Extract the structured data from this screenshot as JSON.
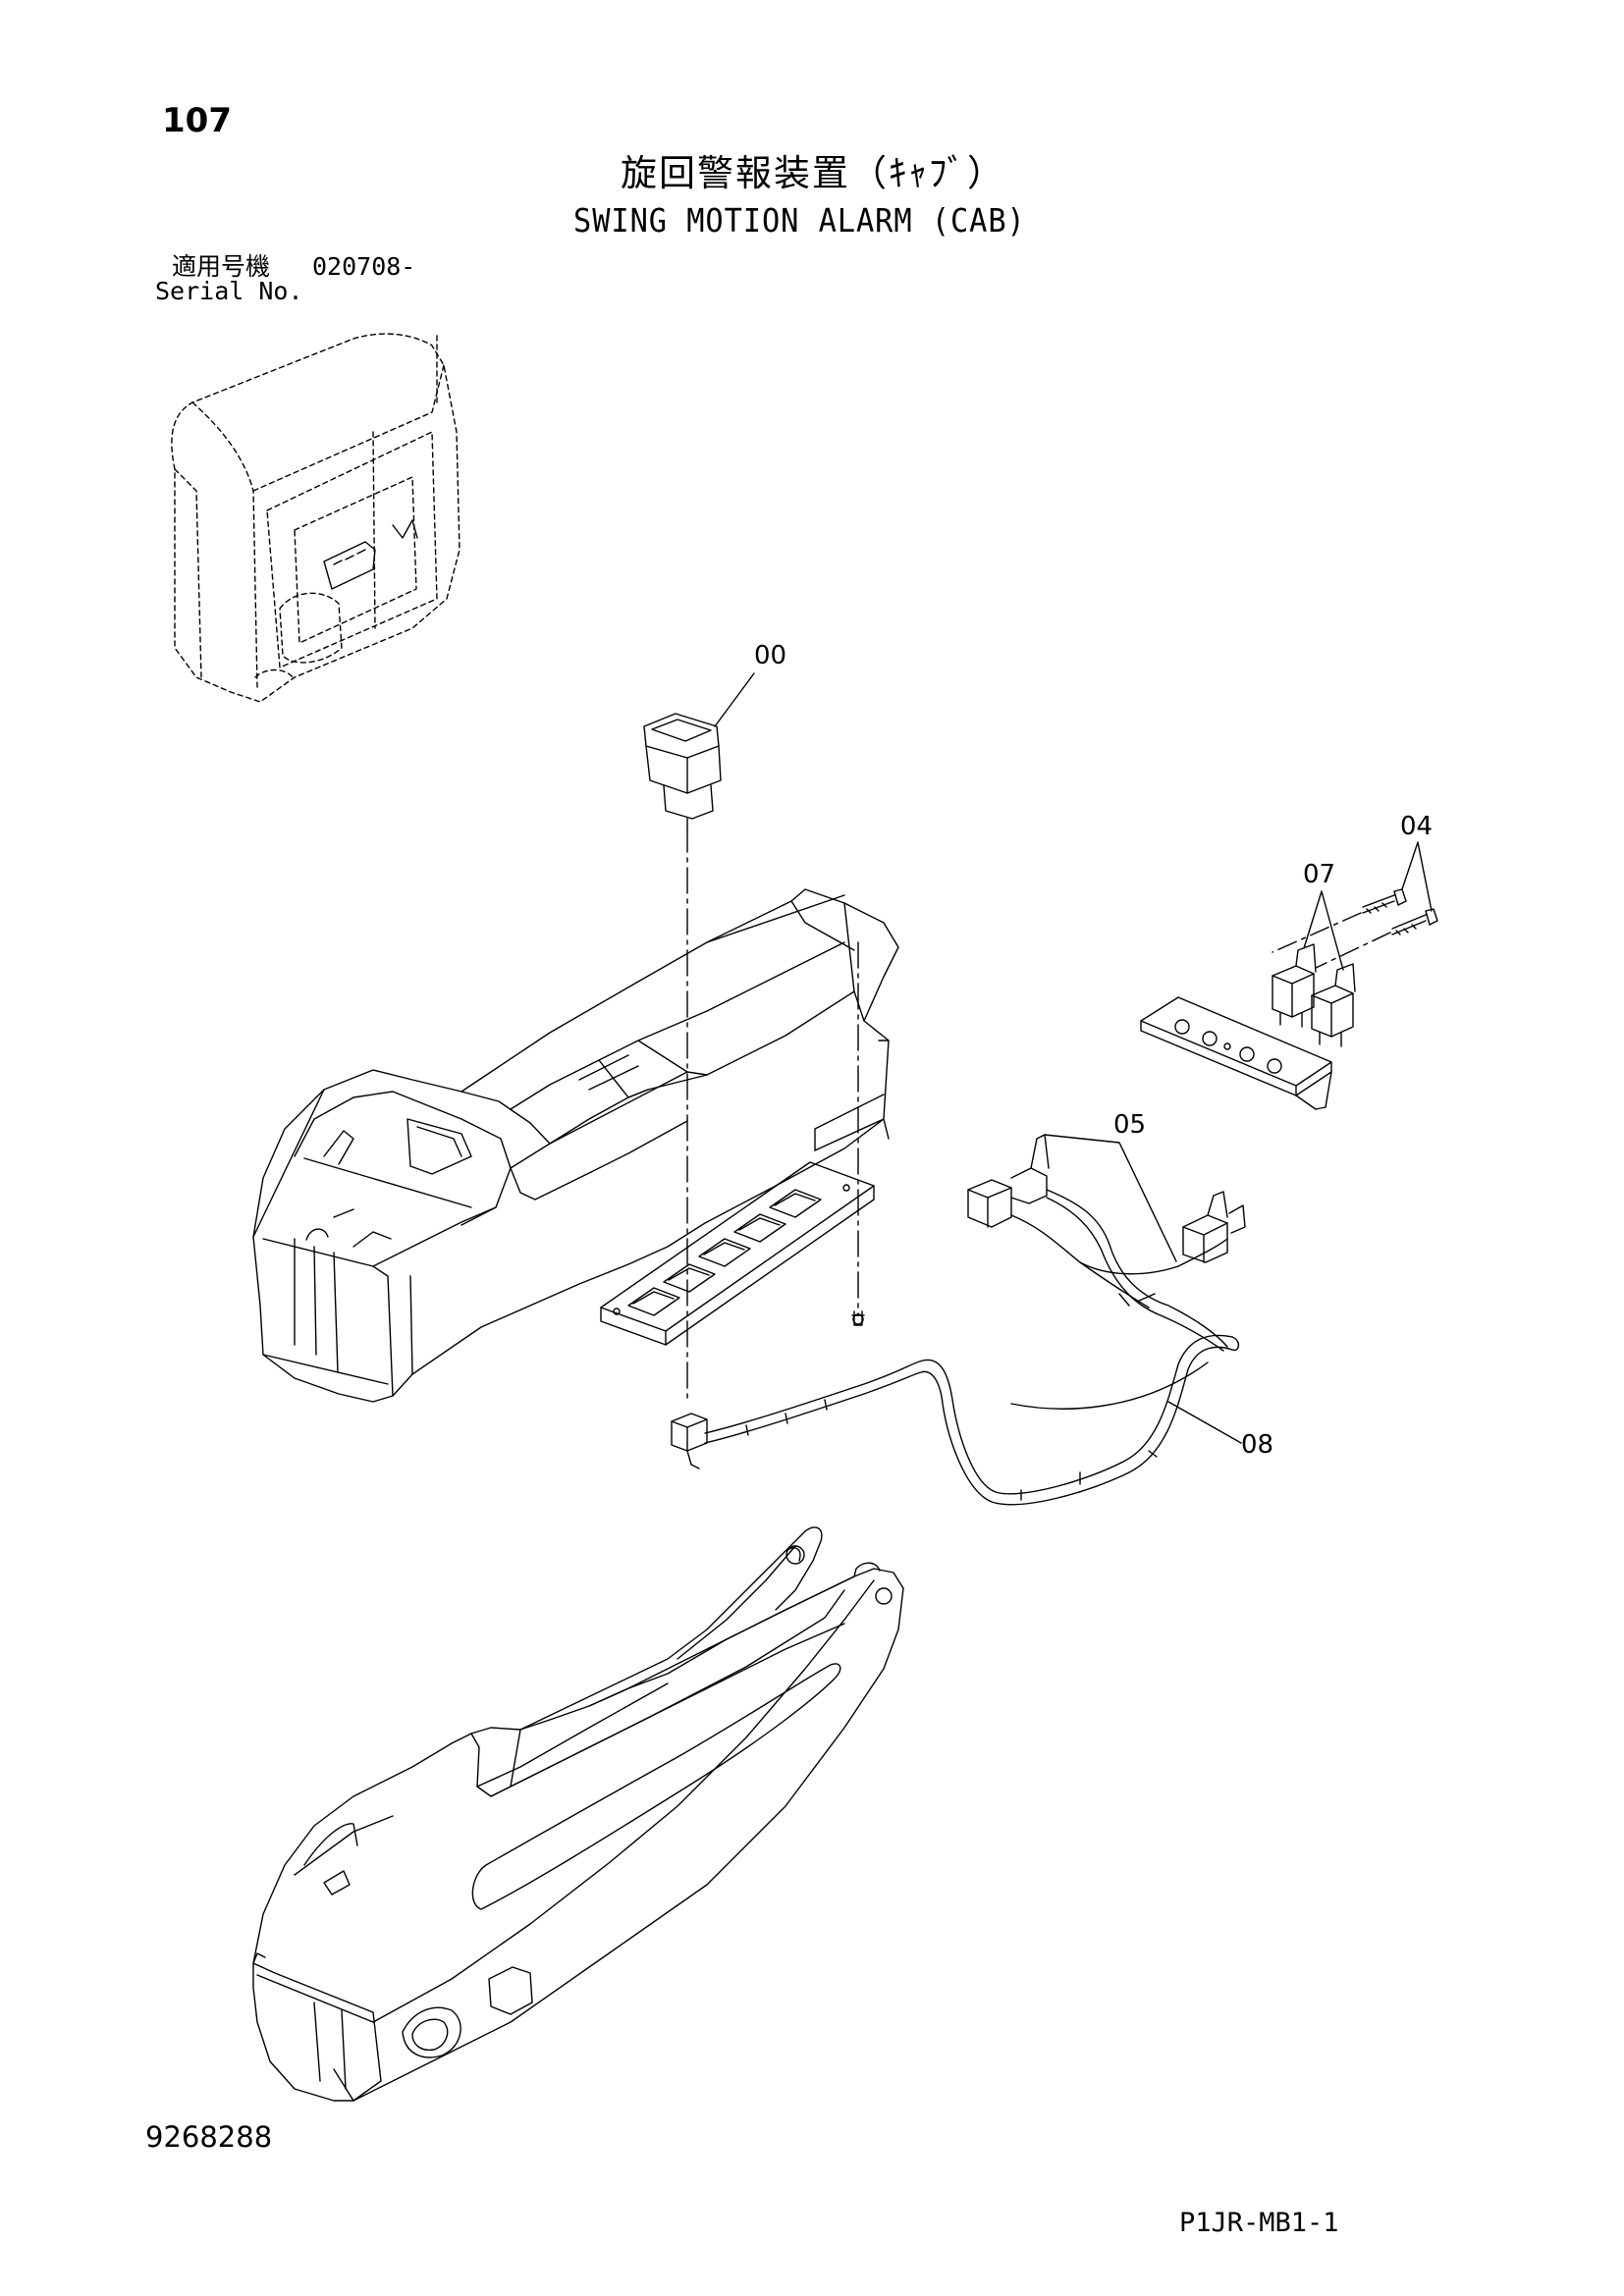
{
  "page": {
    "number": "107",
    "title_jp": "旋回警報装置（ｷｬﾌﾞ）",
    "title_en": "SWING MOTION ALARM (CAB)",
    "serial_label_jp": "適用号機",
    "serial_value": "020708-",
    "serial_label_en": "Serial No.",
    "doc_number": "9268288",
    "sheet_code": "P1JR-MB1-1"
  },
  "callouts": {
    "c00": "00",
    "c04": "04",
    "c05": "05",
    "c07": "07",
    "c08": "08"
  }
}
